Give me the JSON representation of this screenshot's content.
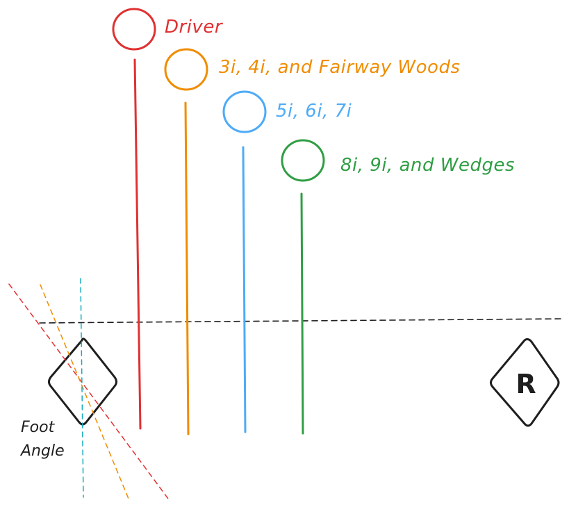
{
  "clubs": [
    {
      "label": "Driver",
      "color": "#e03131"
    },
    {
      "label": "3i, 4i, and Fairway Woods",
      "color": "#f08c00"
    },
    {
      "label": "5i, 6i, 7i",
      "color": "#4dabf7"
    },
    {
      "label": "8i, 9i, and Wedges",
      "color": "#2f9e44"
    }
  ],
  "foot_angle": {
    "line1": "Foot",
    "line2": "Angle",
    "line_colors": [
      "#e03131",
      "#f08c00",
      "#15aabf"
    ]
  },
  "right_marker": {
    "letter": "R"
  },
  "target_line_color": "#1e1e1e"
}
